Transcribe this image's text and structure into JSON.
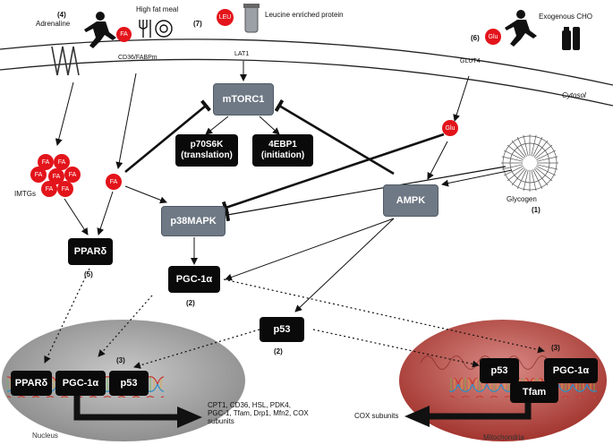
{
  "labels": {
    "adrenaline": "Adrenaline",
    "high_fat_meal": "High fat meal",
    "leucine": "Leucine enriched protein",
    "exo_cho": "Exogenous CHO",
    "cd36": "CD36/FABPm",
    "lat1": "LAT1",
    "glut4": "GLUT4",
    "cytosol": "Cytosol",
    "imtgs": "IMTGs",
    "glycogen": "Glycogen",
    "nucleus": "Nucleus",
    "mitochondria": "Mitochondria",
    "nuclear_genes": "CPT1, CD36, HSL, PDK4,\nPGC-1, Tfam, Drp1, Mfn2, COX\nsubunits",
    "mito_genes": "COX subunits"
  },
  "numbers": {
    "n4": "(4)",
    "n7": "(7)",
    "n6": "(6)",
    "n1": "(1)",
    "n5": "(5)",
    "n2a": "(2)",
    "n2b": "(2)",
    "n3a": "(3)",
    "n3b": "(3)"
  },
  "dots": {
    "fa": "FA",
    "leu": "LEU",
    "glu": "Glu"
  },
  "boxes": {
    "mtorc1": "mTORC1",
    "p70s6k": "p70S6K\n(translation)",
    "ebp1": "4EBP1\n(initiation)",
    "p38": "p38MAPK",
    "ampk": "AMPK",
    "ppard": "PPARδ",
    "pgc": "PGC-1α",
    "p53": "p53",
    "nuc_ppard": "PPARδ",
    "nuc_pgc": "PGC-1α",
    "nuc_p53": "p53",
    "mito_p53": "p53",
    "mito_pgc": "PGC-1α",
    "tfam": "Tfam"
  },
  "colors": {
    "fa_red": "#e3141b",
    "kinase_grey": "#6f7985",
    "factor_black": "#0a0a0a",
    "nucleus_grey": "#9a9a9a",
    "mito_red": "#b03a3a"
  }
}
